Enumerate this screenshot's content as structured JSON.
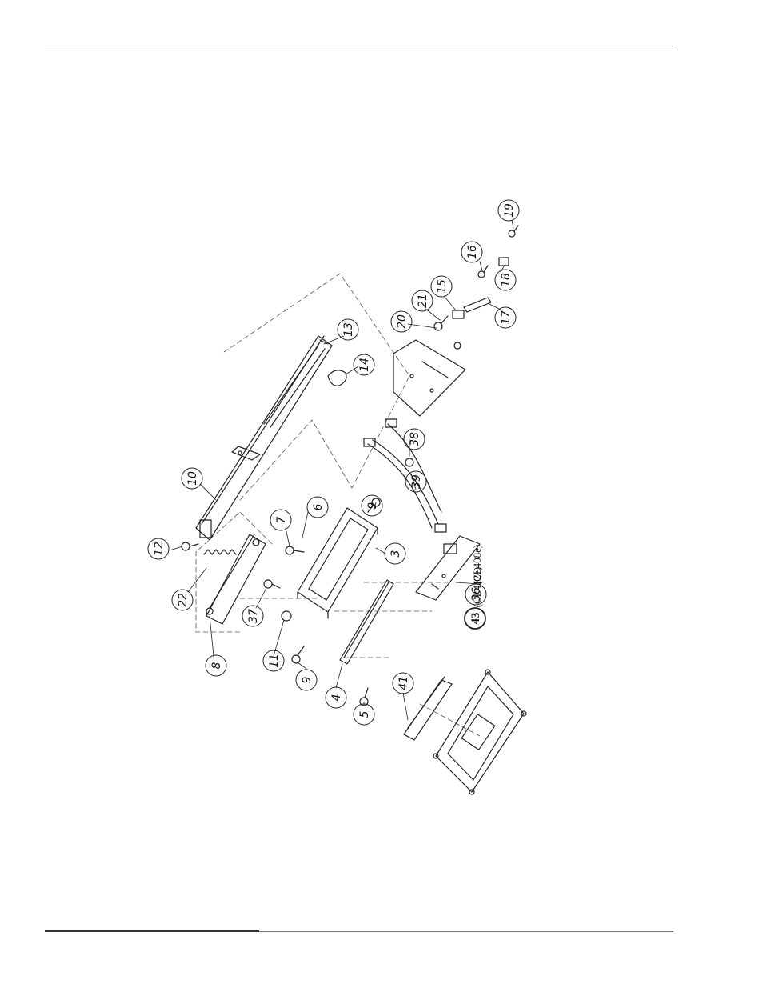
{
  "callouts": [
    {
      "id": "c19",
      "label": "19"
    },
    {
      "id": "c16",
      "label": "16"
    },
    {
      "id": "c18",
      "label": "18"
    },
    {
      "id": "c15",
      "label": "15"
    },
    {
      "id": "c21",
      "label": "21"
    },
    {
      "id": "c20",
      "label": "20"
    },
    {
      "id": "c17",
      "label": "17"
    },
    {
      "id": "c13",
      "label": "13"
    },
    {
      "id": "c14",
      "label": "14"
    },
    {
      "id": "c10",
      "label": "10"
    },
    {
      "id": "c38",
      "label": "38"
    },
    {
      "id": "c39",
      "label": "39"
    },
    {
      "id": "c12",
      "label": "12"
    },
    {
      "id": "c22",
      "label": "22"
    },
    {
      "id": "c6",
      "label": "6"
    },
    {
      "id": "c9a",
      "label": "9"
    },
    {
      "id": "c7",
      "label": "7"
    },
    {
      "id": "c3",
      "label": "3"
    },
    {
      "id": "c37",
      "label": "37"
    },
    {
      "id": "c36",
      "label": "36"
    },
    {
      "id": "c43",
      "label": "43"
    },
    {
      "id": "c8",
      "label": "8"
    },
    {
      "id": "c11",
      "label": "11"
    },
    {
      "id": "c9b",
      "label": "9"
    },
    {
      "id": "c4",
      "label": "4"
    },
    {
      "id": "c5",
      "label": "5"
    },
    {
      "id": "c41",
      "label": "41"
    }
  ],
  "model_notes": {
    "n36": "(CL408e)",
    "n43": "(CL412e)"
  }
}
